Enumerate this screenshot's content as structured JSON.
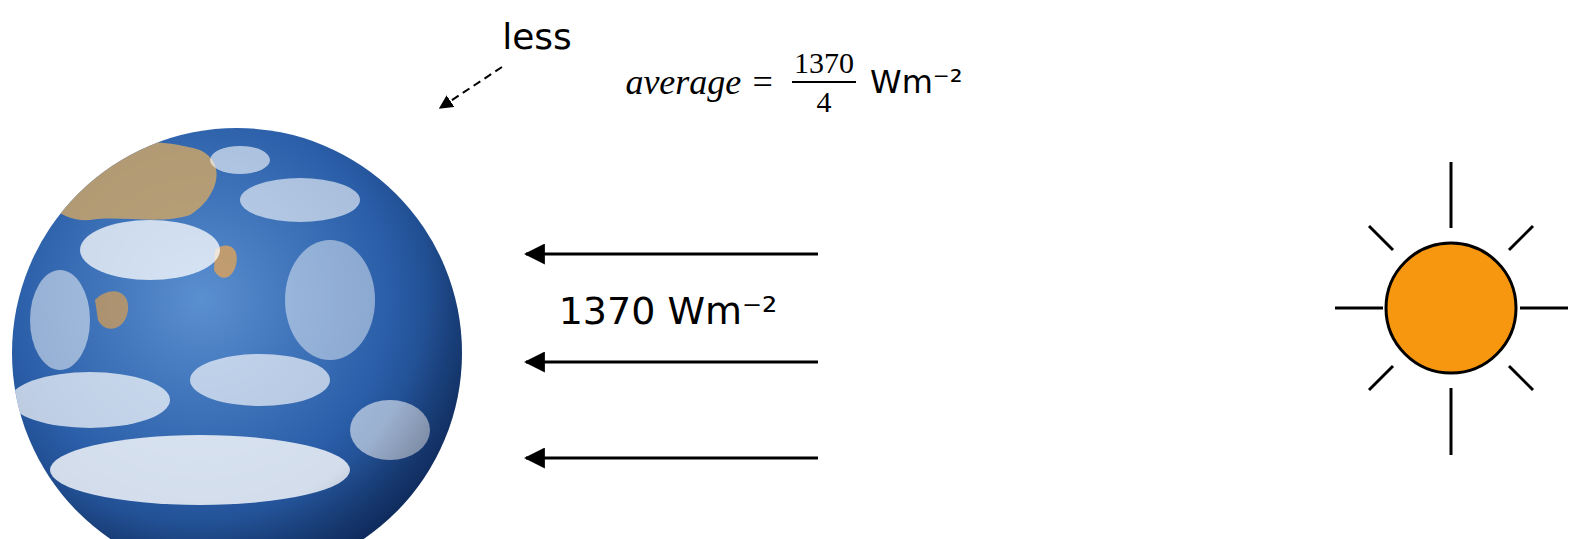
{
  "diagram": {
    "labels": [
      "less",
      "average =",
      "1370",
      "4",
      "Wm⁻²",
      "1370 Wm⁻²"
    ]
  }
}
